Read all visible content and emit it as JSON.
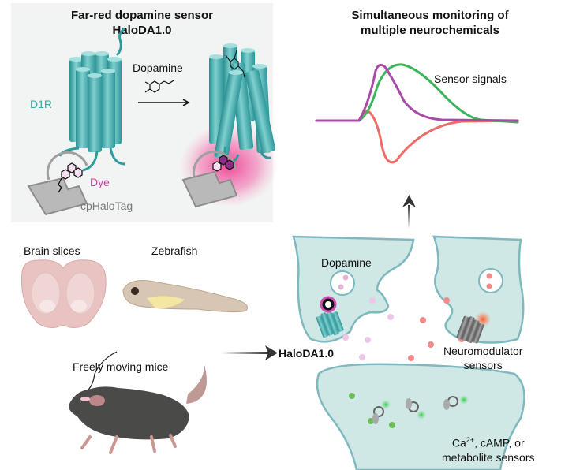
{
  "left_panel": {
    "title_line1": "Far-red dopamine sensor",
    "title_line2": "HaloDA1.0",
    "receptor_label": "D1R",
    "ligand_label": "Dopamine",
    "dye_label": "Dye",
    "tag_label": "cpHaloTag"
  },
  "right_panel": {
    "title_line1": "Simultaneous monitoring of",
    "title_line2": "multiple neurochemicals",
    "signals_label": "Sensor signals"
  },
  "models": {
    "brain_slices": "Brain slices",
    "zebrafish": "Zebrafish",
    "mice": "Freely moving mice"
  },
  "synapse": {
    "dopamine_label": "Dopamine",
    "sensor_label": "HaloDA1.0",
    "neuromodulator_line1": "Neuromodulator",
    "neuromodulator_line2": "sensors",
    "second_messenger_line1_prefix": "Ca",
    "second_messenger_sup": "2+",
    "second_messenger_line1_suffix": ", cAMP, or",
    "second_messenger_line2": "metabolite sensors"
  },
  "colors": {
    "receptor": "#3aa6a8",
    "dye": "#c43fa6",
    "glow": "#e8479a",
    "signal_green": "#3cb55a",
    "signal_purple": "#a94aa8",
    "signal_red": "#ef6b66",
    "panel_bg": "#f2f3f3",
    "synapse_fill": "#cfe7e5"
  }
}
